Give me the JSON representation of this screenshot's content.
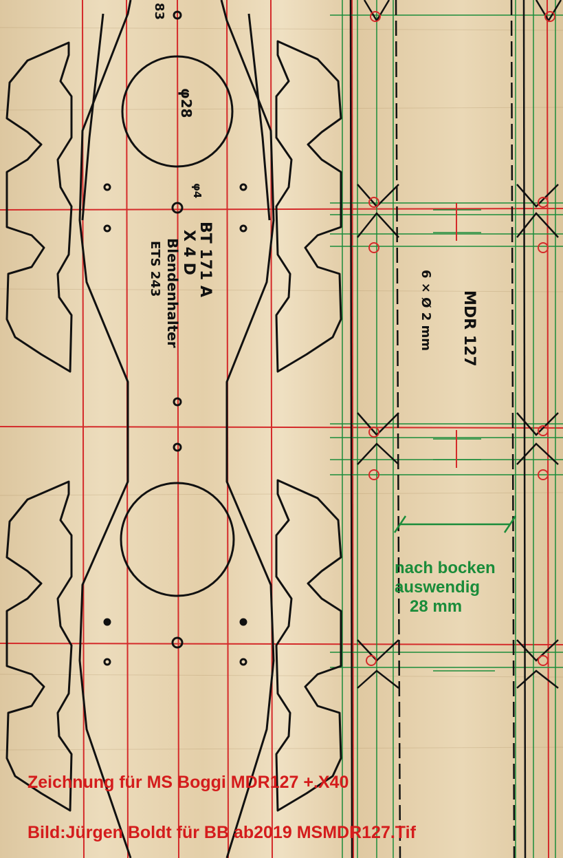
{
  "drawing": {
    "labels": {
      "top_edge": "83",
      "wheel_diameter": "φ28",
      "hole_diameter": "φ4",
      "part_code": "BT 171 A",
      "part_qty": "X 4 D",
      "part_name": "Blendenhalter",
      "part_ref": "ETS 243",
      "side_title": "MDR 127",
      "side_holes": "6 × Ø 2 mm"
    },
    "note": {
      "line1": "nach bocken",
      "line2": "auswendig",
      "line3": "28 mm"
    }
  },
  "caption": {
    "line1": "Zeichnung für MS Boggi MDR127 +.X40",
    "line2": "Bild:Jürgen Boldt für BB ab2019   MSMDR127.Tif"
  },
  "colors": {
    "paper": "#e6d3b0",
    "ink": "#111111",
    "red_grid": "#d42a2a",
    "green_lines": "#1a8c3a",
    "caption": "#d41c1c"
  }
}
